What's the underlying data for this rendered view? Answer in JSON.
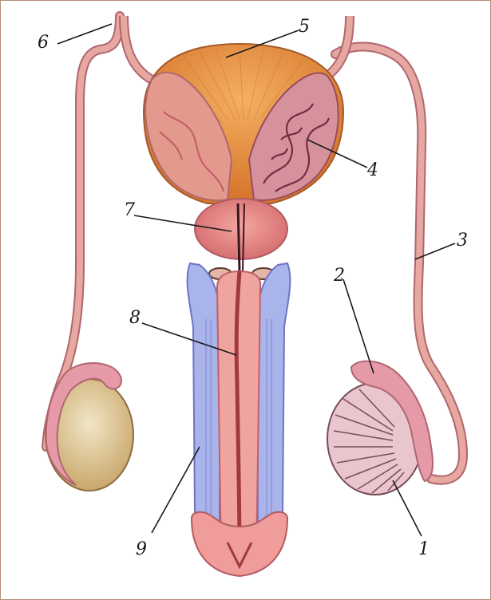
{
  "labels": [
    {
      "id": "1",
      "text": "1"
    },
    {
      "id": "2",
      "text": "2"
    },
    {
      "id": "3",
      "text": "3"
    },
    {
      "id": "4",
      "text": "4"
    },
    {
      "id": "5",
      "text": "5"
    },
    {
      "id": "6",
      "text": "6"
    },
    {
      "id": "7",
      "text": "7"
    },
    {
      "id": "8",
      "text": "8"
    },
    {
      "id": "9",
      "text": "9"
    }
  ],
  "colors": {
    "bladder": "#e0883c",
    "bladder_outline": "#a65a2a",
    "vesicle": "#e39a8c",
    "vesicle_dark": "#c25a6a",
    "duct": "#e6a8a0",
    "duct_outline": "#b0666e",
    "prostate": "#ea8a8a",
    "corpus_blue": "#a9b4ea",
    "corpus_blue_outline": "#6d74c8",
    "spongiosum": "#f0a4a0",
    "urethra": "#a03840",
    "testis_intact": "#dcc79a",
    "testis_section": "#e9c6ce",
    "epididymis": "#e69aa8"
  }
}
